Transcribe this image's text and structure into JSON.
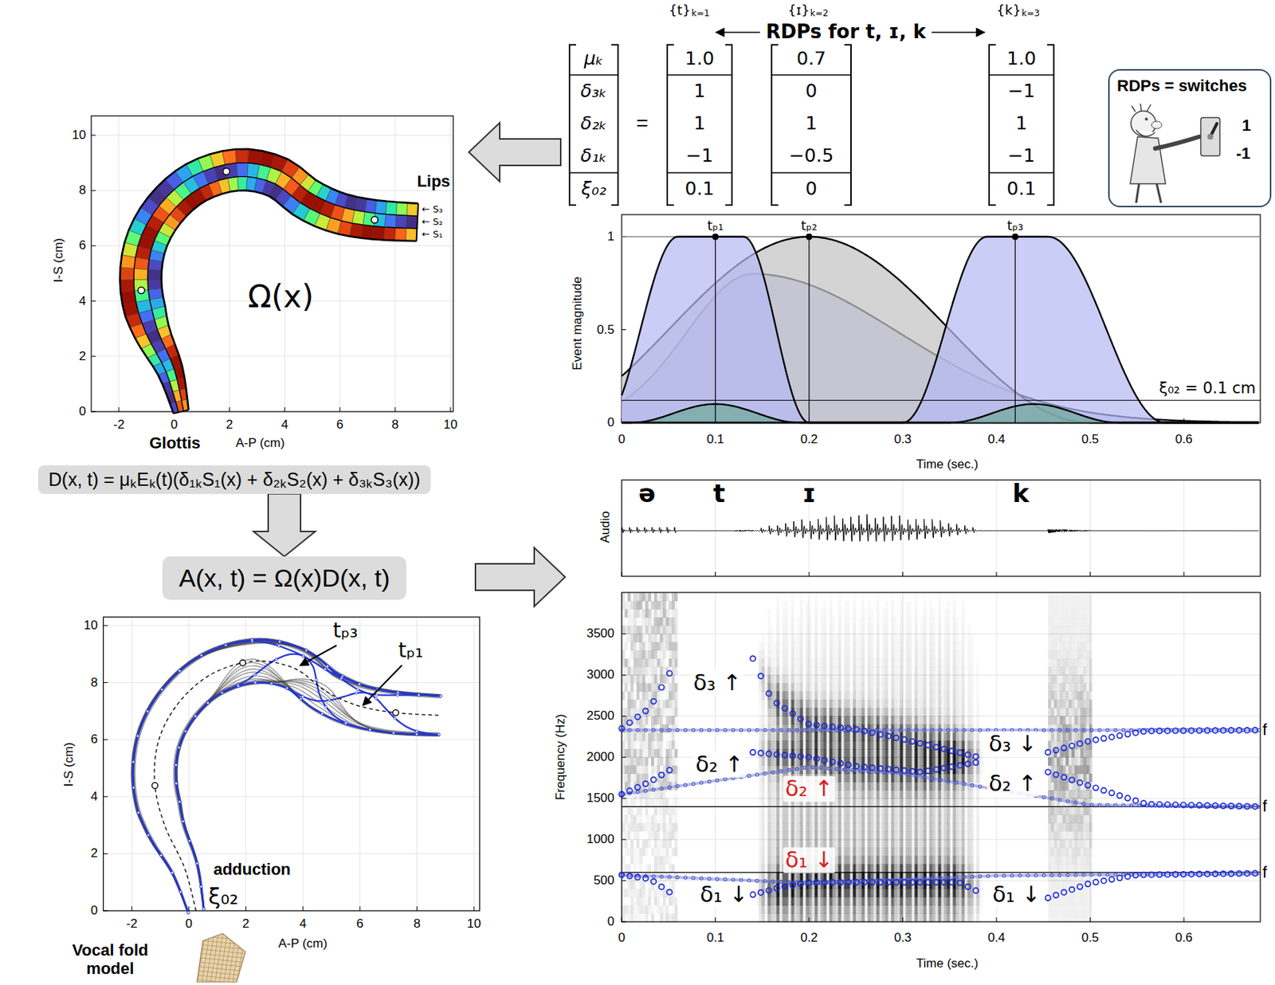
{
  "diagram": {
    "title": "RDPs for t, ɪ, k",
    "nodes": [
      {
        "text": [
          "RDPs = switches",
          "1",
          "-1"
        ]
      },
      {
        "text": [
          "D(x, t) = μₖEₖ(t)(δ₁ₖS₁(x) + δ₂ₖS₂(x) + δ₃ₖS₃(x))"
        ]
      },
      {
        "text": [
          "A(x, t) = Ω(x)D(x, t)"
        ]
      }
    ],
    "edges": [
      {
        "from": 1,
        "to": 2,
        "arrow": "to"
      }
    ],
    "labels": [
      "{t}",
      "k=1",
      "{ɪ}",
      "k=2",
      "{k}",
      "k=3",
      "μₖ",
      "δ₃ₖ",
      "δ₂ₖ",
      "δ₁ₖ",
      "ξ₀₂",
      "=",
      "1.0",
      "1",
      "1",
      "−1",
      "0.1",
      "0.7",
      "0",
      "1",
      "−0.5",
      "0",
      "1.0",
      "−1",
      "1",
      "−1",
      "0.1",
      "0",
      "2",
      "4",
      "6",
      "8",
      "10",
      "-2",
      "0",
      "2",
      "4",
      "6",
      "8",
      "10",
      "I-S (cm)",
      "A-P (cm)",
      "Glottis",
      "Lips",
      "← S₃",
      "← S₂",
      "← S₁",
      "Ω(x)",
      "0",
      "0.5",
      "1",
      "0",
      "0.1",
      "0.2",
      "0.3",
      "0.4",
      "0.5",
      "0.6",
      "Event magnitude",
      "Time (sec.)",
      "tₚ₁",
      "tₚ₂",
      "tₚ₃",
      "ξ₀₂ = 0.1 cm",
      "Audio",
      "ə",
      "t",
      "ɪ",
      "k",
      "0",
      "500",
      "1000",
      "1500",
      "2000",
      "2500",
      "3000",
      "3500",
      "0",
      "0.1",
      "0.2",
      "0.3",
      "0.4",
      "0.5",
      "0.6",
      "Frequency (Hz)",
      "Time (sec.)",
      "δ₃ ↑",
      "δ₂ ↑",
      "δ₂ ↑",
      "δ₁ ↓",
      "δ₁ ↓",
      "δ₃ ↓",
      "δ₂ ↑",
      "δ₁ ↓",
      "f",
      "f",
      "f",
      "0",
      "2",
      "4",
      "6",
      "8",
      "10",
      "-2",
      "0",
      "2",
      "4",
      "6",
      "8",
      "10",
      "I-S (cm)",
      "A-P (cm)",
      "tₚ₃",
      "tₚ₁",
      "adduction",
      "ξ₀₂",
      "Vocal fold model"
    ]
  }
}
